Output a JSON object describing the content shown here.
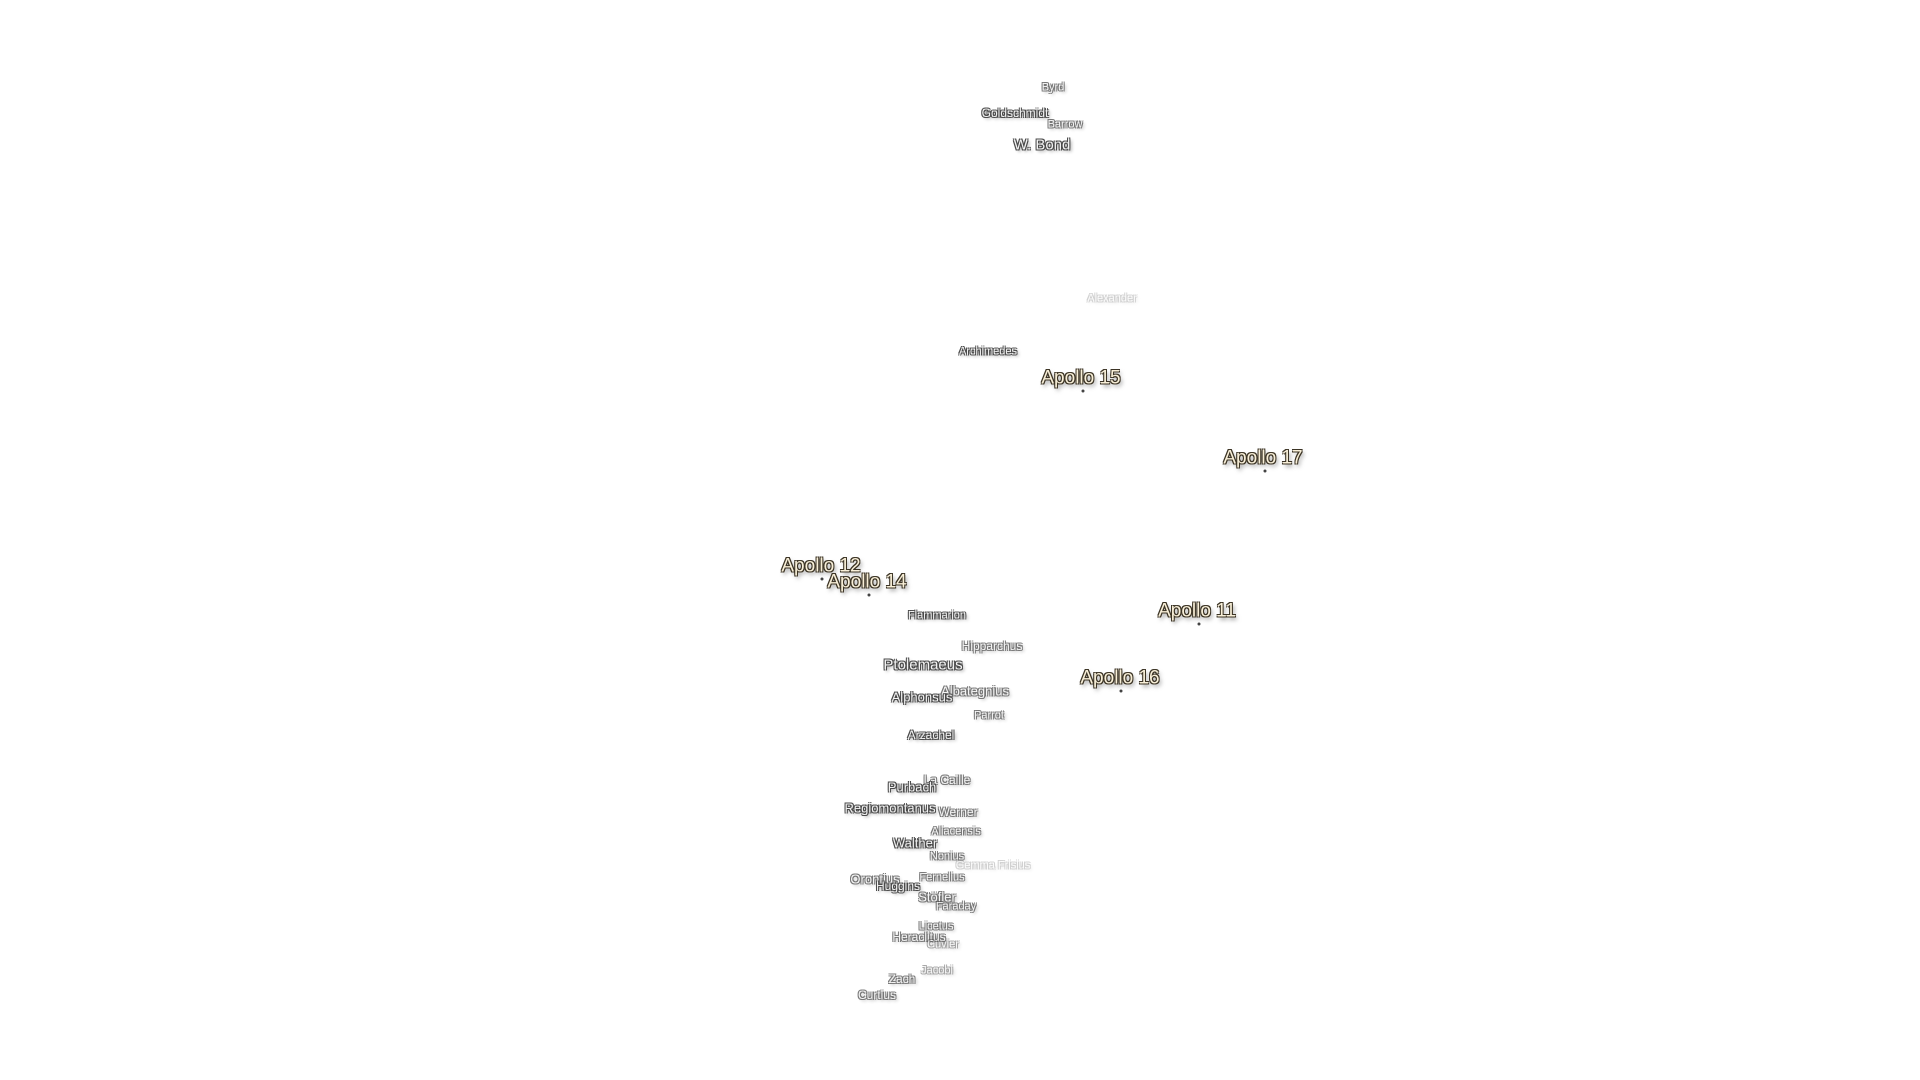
{
  "craters": [
    {
      "name": "Byrd",
      "size": "xs",
      "fade": "f2"
    },
    {
      "name": "Goldschmidt",
      "size": "sm",
      "fade": "f1"
    },
    {
      "name": "Barrow",
      "size": "xs",
      "fade": "f2"
    },
    {
      "name": "W. Bond",
      "size": "lg",
      "fade": "f1"
    },
    {
      "name": "Alexander",
      "size": "xs",
      "fade": "f4"
    },
    {
      "name": "Archimedes",
      "size": "xs",
      "fade": "f1"
    },
    {
      "name": "Flammarion",
      "size": "xs",
      "fade": "f1"
    },
    {
      "name": "Hipparchus",
      "size": "sm",
      "fade": "f2"
    },
    {
      "name": "Ptolemaeus",
      "size": "lg",
      "fade": "f1"
    },
    {
      "name": "Albategnius",
      "size": "md",
      "fade": "f2"
    },
    {
      "name": "Alphonsus",
      "size": "md",
      "fade": "f1"
    },
    {
      "name": "Parrot",
      "size": "xs",
      "fade": "f2"
    },
    {
      "name": "Arzachel",
      "size": "sm",
      "fade": "f1"
    },
    {
      "name": "La Caille",
      "size": "sm",
      "fade": "f2"
    },
    {
      "name": "Purbach",
      "size": "md",
      "fade": "f1"
    },
    {
      "name": "Regiomontanus",
      "size": "md",
      "fade": "f1"
    },
    {
      "name": "Werner",
      "size": "sm",
      "fade": "f2"
    },
    {
      "name": "Aliacensis",
      "size": "xs",
      "fade": "f2"
    },
    {
      "name": "Walther",
      "size": "md",
      "fade": "f1"
    },
    {
      "name": "Nonius",
      "size": "xs",
      "fade": "f2"
    },
    {
      "name": "Gemma Frisius",
      "size": "xs",
      "fade": "f4"
    },
    {
      "name": "Orontius",
      "size": "md",
      "fade": "f2"
    },
    {
      "name": "Fernelius",
      "size": "xs",
      "fade": "f2"
    },
    {
      "name": "Huggins",
      "size": "sm",
      "fade": "f1"
    },
    {
      "name": "Stöfler",
      "size": "md",
      "fade": "f2"
    },
    {
      "name": "Faraday",
      "size": "xs",
      "fade": "f2"
    },
    {
      "name": "Licetus",
      "size": "xs",
      "fade": "f2"
    },
    {
      "name": "Heraclitus",
      "size": "sm",
      "fade": "f2"
    },
    {
      "name": "Cuvier",
      "size": "xs",
      "fade": "f3"
    },
    {
      "name": "Zach",
      "size": "sm",
      "fade": "f2"
    },
    {
      "name": "Jacobi",
      "size": "xs",
      "fade": "f3"
    },
    {
      "name": "Curtius",
      "size": "sm",
      "fade": "f2"
    }
  ],
  "landing_sites": [
    {
      "name": "Apollo 11"
    },
    {
      "name": "Apollo 12"
    },
    {
      "name": "Apollo 14"
    },
    {
      "name": "Apollo 15"
    },
    {
      "name": "Apollo 16"
    },
    {
      "name": "Apollo 17"
    }
  ]
}
